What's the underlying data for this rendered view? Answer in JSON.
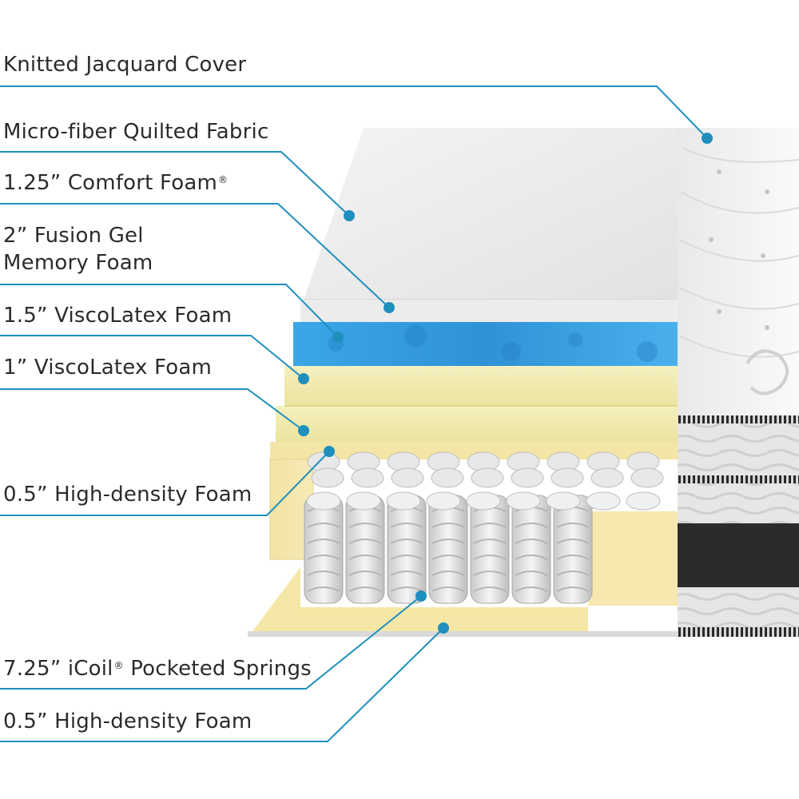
{
  "accent": "#1f8fbd",
  "layers": [
    {
      "id": "cover",
      "text": "Knitted Jacquard Cover"
    },
    {
      "id": "fabric",
      "text": "Micro-fiber Quilted Fabric"
    },
    {
      "id": "comfort",
      "text": "1.25” Comfort Foam",
      "mark": "®"
    },
    {
      "id": "gel",
      "line1": "2” Fusion Gel",
      "line2": "Memory Foam"
    },
    {
      "id": "visco15",
      "text": "1.5” ViscoLatex Foam"
    },
    {
      "id": "visco1",
      "text": "1” ViscoLatex Foam"
    },
    {
      "id": "hd_top",
      "text": "0.5” High-density Foam"
    },
    {
      "id": "coil",
      "text": "7.25” iCoil",
      "mark": "®",
      "tail": " Pocketed Springs"
    },
    {
      "id": "hd_bottom",
      "text": "0.5” High-density Foam"
    }
  ]
}
